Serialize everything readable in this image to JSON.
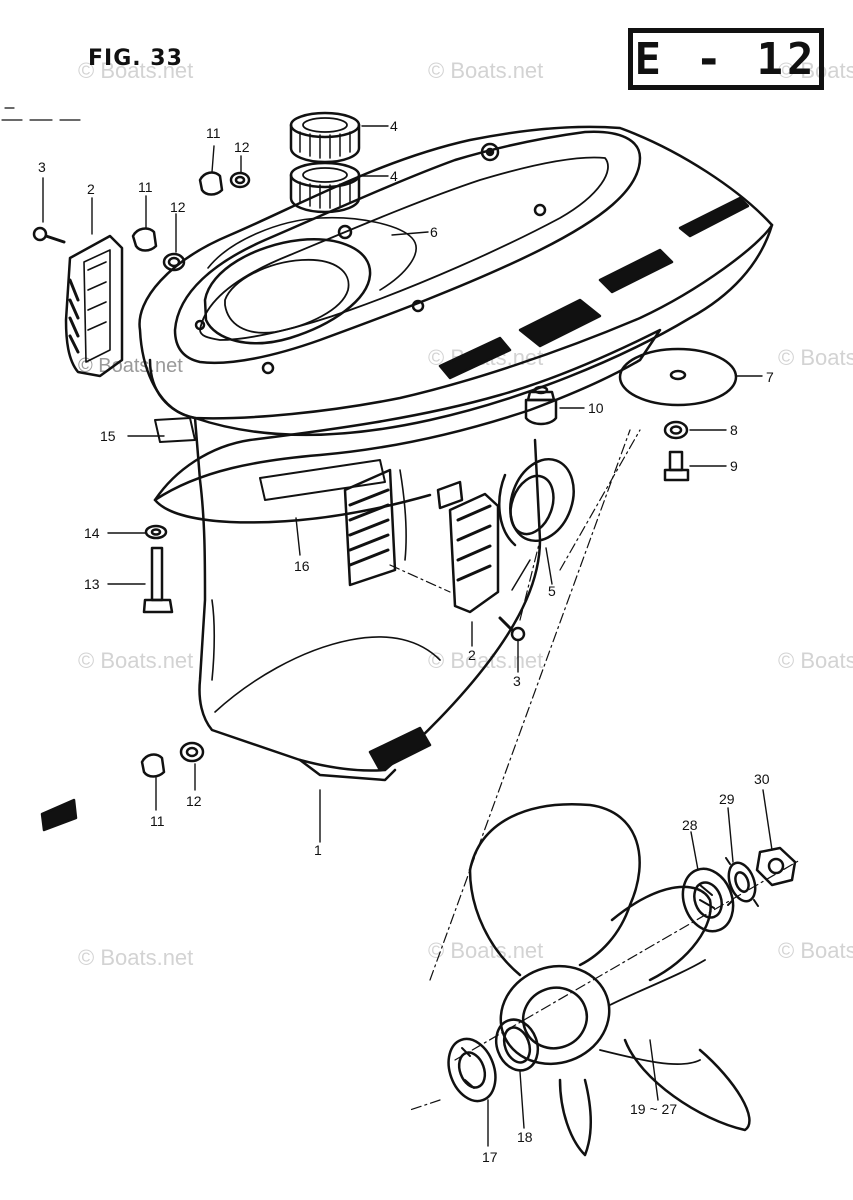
{
  "figure": {
    "title": "FIG. 33",
    "reference": "E - 12"
  },
  "callouts": {
    "c1": "1",
    "c2a": "2",
    "c2b": "2",
    "c3a": "3",
    "c3b": "3",
    "c4a": "4",
    "c4b": "4",
    "c5": "5",
    "c6": "6",
    "c7": "7",
    "c8": "8",
    "c9": "9",
    "c10": "10",
    "c11a": "11",
    "c11b": "11",
    "c11c": "11",
    "c12a": "12",
    "c12b": "12",
    "c12c": "12",
    "c13": "13",
    "c14": "14",
    "c15": "15",
    "c16": "16",
    "c17": "17",
    "c18": "18",
    "c19": "19 ~ 27",
    "c28": "28",
    "c29": "29",
    "c30": "30"
  },
  "watermark": {
    "text": "© Boats.net"
  }
}
